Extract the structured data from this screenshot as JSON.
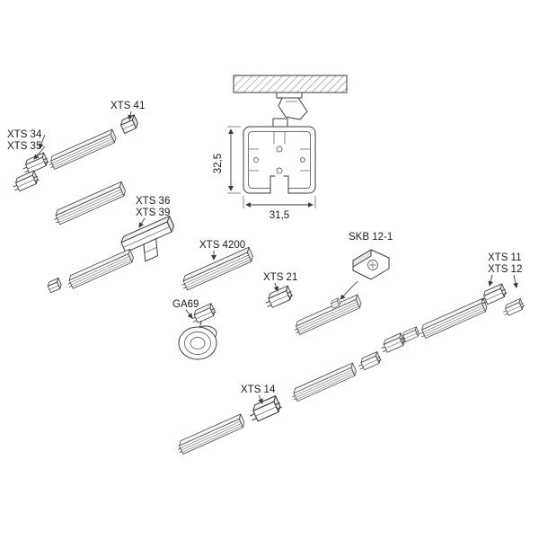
{
  "colors": {
    "line": "#3a3a3a",
    "text": "#1a1a1a",
    "background": "#ffffff"
  },
  "labels": {
    "xts41": "XTS 41",
    "xts34": "XTS 34",
    "xts35": "XTS 35",
    "xts36": "XTS 36",
    "xts39": "XTS 39",
    "xts4200": "XTS 4200",
    "xts21": "XTS 21",
    "ga69": "GA69",
    "skb121": "SKB 12-1",
    "xts11": "XTS 11",
    "xts12": "XTS 12",
    "xts14": "XTS 14"
  },
  "dimensions": {
    "profile_height": "32,5",
    "profile_width": "31,5"
  }
}
